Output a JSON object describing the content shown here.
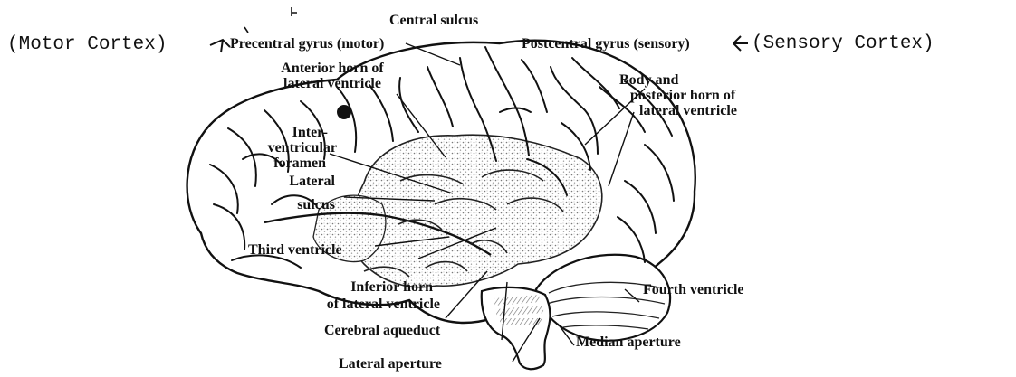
{
  "labels": {
    "motor_cortex": "(Motor Cortex)",
    "sensory_cortex": "(Sensory Cortex)",
    "central_sulcus": "Central sulcus",
    "precentral_gyrus": "Precentral gyrus (motor)",
    "postcentral_gyrus": "Postcentral gyrus (sensory)",
    "anterior_horn_line1": "Anterior horn of",
    "anterior_horn_line2": "lateral ventricle",
    "body_posterior_line1": "Body and",
    "body_posterior_line2": "posterior horn of",
    "body_posterior_line3": "lateral ventricle",
    "interventricular_line1": "Inter-",
    "interventricular_line2": "ventricular",
    "interventricular_line3": "foramen",
    "lateral_sulcus_line1": "Lateral",
    "lateral_sulcus_line2": "sulcus",
    "third_ventricle": "Third ventricle",
    "inferior_horn_line1": "Inferior horn",
    "inferior_horn_line2": "of lateral ventricle",
    "cerebral_aqueduct": "Cerebral aqueduct",
    "fourth_ventricle": "Fourth ventricle",
    "median_aperture": "Median aperture",
    "lateral_aperture": "Lateral aperture"
  },
  "colors": {
    "ink": "#111111",
    "paper": "#ffffff",
    "stipple": "#8a8a8a"
  },
  "icons": [
    "arrow-right-icon",
    "arrow-left-icon",
    "bullet-dot-icon"
  ]
}
